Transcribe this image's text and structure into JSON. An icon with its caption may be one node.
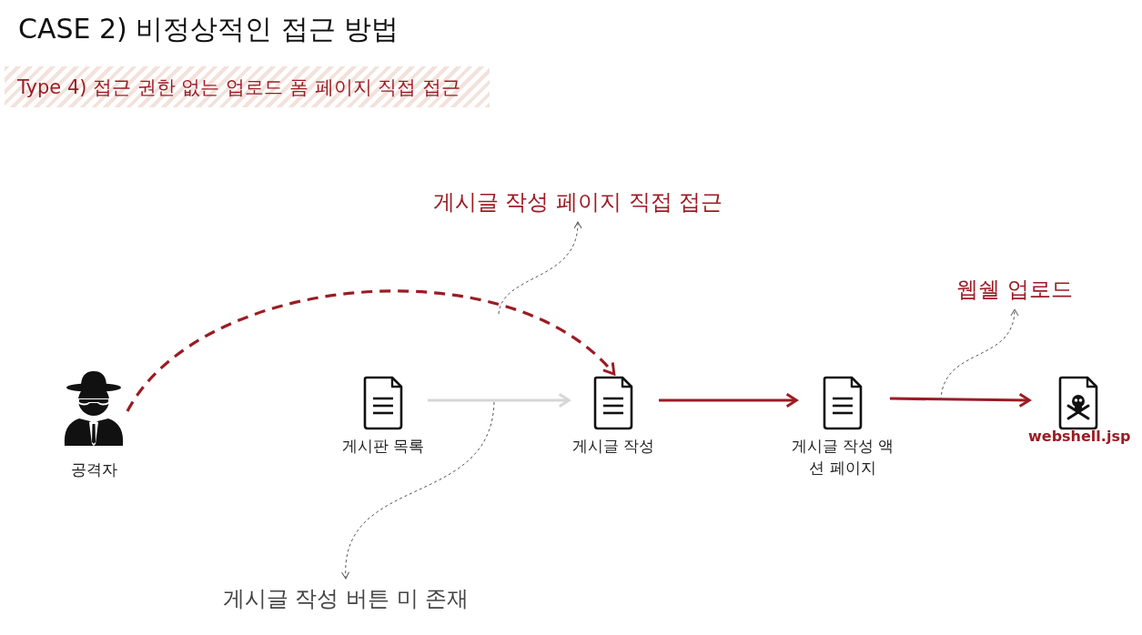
{
  "diagram": {
    "title": "CASE 2) 비정상적인 접근 방법",
    "nodes": [
      {
        "text": [
          "공격자"
        ]
      },
      {
        "text": [
          "게시판 목록"
        ]
      },
      {
        "text": [
          "게시글 작성"
        ]
      },
      {
        "text": [
          "게시글 작성 액션 페이지"
        ]
      },
      {
        "text": [
          "webshell.jsp"
        ]
      },
      {
        "text": [
          "게시글 작성 페이지 직접 접근"
        ]
      },
      {
        "text": [
          "웹쉘 업로드"
        ]
      },
      {
        "text": [
          "게시글 작성 버튼 미 존재"
        ]
      }
    ],
    "edges": [
      {
        "from": 0,
        "to": 2,
        "arrow": "to",
        "style": "dashed"
      },
      {
        "from": 1,
        "to": 2,
        "arrow": "to",
        "color": "#d6d6d6"
      },
      {
        "from": 2,
        "to": 3,
        "arrow": "to"
      },
      {
        "from": 3,
        "to": 4,
        "arrow": "to"
      },
      {
        "from": null,
        "to": 5,
        "arrow": "to",
        "style": "dashed",
        "color": "#555555"
      },
      {
        "from": null,
        "to": 6,
        "arrow": "to",
        "style": "dashed",
        "color": "#555555"
      },
      {
        "from": null,
        "to": 7,
        "arrow": "to",
        "style": "dashed",
        "color": "#555555"
      }
    ],
    "labels": [
      "Type 4) 접근 권한 없는 업로드 폼 페이지 직접 접근"
    ]
  }
}
